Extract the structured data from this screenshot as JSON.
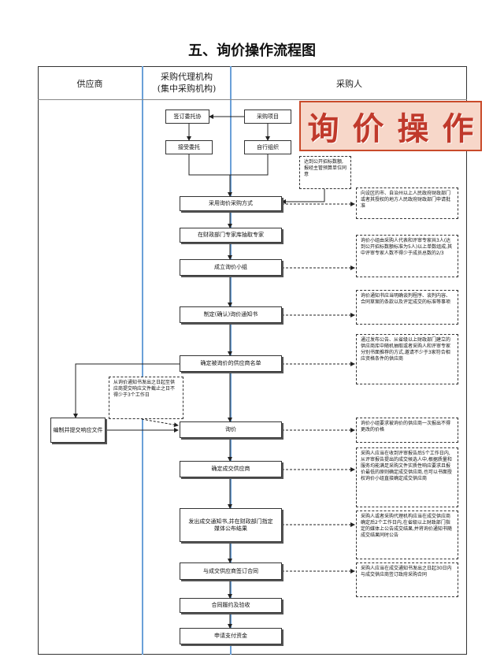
{
  "title": "五、询价操作流程图",
  "lanes": {
    "supplier": "供应商",
    "agency_line1": "采购代理机构",
    "agency_line2": "(集中采购机构)",
    "purchaser": "采购人"
  },
  "stamp": {
    "text": [
      "询",
      "价",
      "操",
      "作"
    ],
    "color": "#c0392b"
  },
  "boxes": {
    "sign_entrust": "签订委托协",
    "accept_entrust": "接受委托",
    "purchase_project": "采购项目",
    "self_organize": "自行组织",
    "adopt_method": "采用询价采购方式",
    "extract_experts": "在财政部门专家库抽取专家",
    "form_group": "成立询价小组",
    "make_notice": "制定(确认)询价通知书",
    "confirm_suppliers": "确定被询价的供应商名单",
    "prepare_docs": "编制并提交响应文件",
    "inquiry": "询价",
    "confirm_winner": "确定成交供应商",
    "issue_notice": "发出成交通知书,并在财政部门指定媒体公布结果",
    "sign_contract": "与成交供应商签订合同",
    "perform_contract": "合同履约及验收",
    "apply_payment": "申请支付资金"
  },
  "notes": {
    "threshold": "达到公开招标数额,报经主管预算单位同意",
    "approval": "向设区的市、自治州以上人民政府财政部门或者其授权的地方人民政府财政部门申请批准",
    "group_rule": "询价小组由采购人代表和评审专家共3人(达到公开招标数额标准为5人)以上单数组成,其中评审专家人数不得少于成员总数的2/3",
    "notice_rule": "询价通知书应当明确谈判程序、谈判内容、合同草案的条款以及评定成交的标准等事项",
    "supplier_rule": "通过发布公告、从省级以上财政部门建立的供应商库中随机抽取或者采购人和评审专家分别书面推荐的方式,邀请不少于3家符合相应资格条件的供应商",
    "deadline_rule": "从询价通知书发出之日起至供应商提交响应文件截止之日不得少于3个工作日",
    "price_rule": "询价小组要求被询价的供应商一次报出不得更改的价格",
    "winner_rule": "采购人应当在收到评审报告后5个工作日内,从评审报告提出的成交候选人中,根据质量和服务均能满足采购文件实质性响应要求且报价最低的原则确定成交供应商,也可以书面授权询价小组直接确定成交供应商",
    "publish_rule": "采购人或者采购代理机构应当在成交供应商确定后2个工作日内,在省级以上财政部门指定的媒体上公告成交结果,并将询价通知书随成交结果同时公告",
    "contract_rule": "采购人应当在成交通知书发出之日起30日内与成交供应商签订政府采购合同"
  }
}
